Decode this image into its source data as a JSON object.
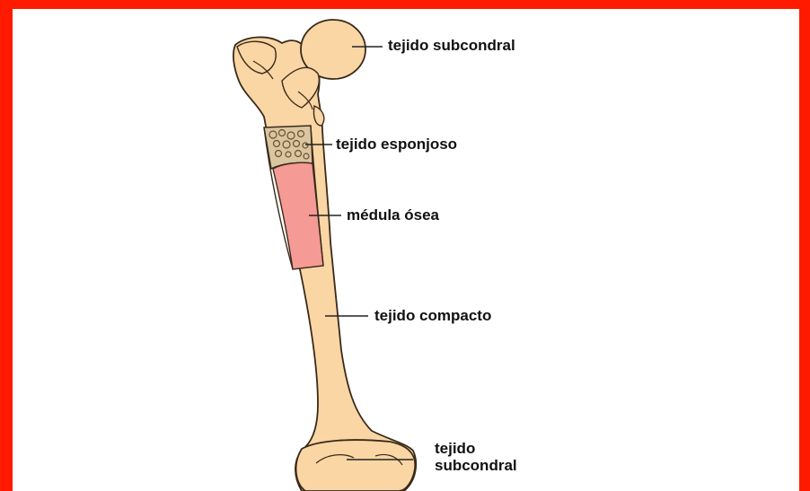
{
  "diagram": {
    "labels": {
      "subcondral_top": "tejido subcondral",
      "esponjoso": "tejido esponjoso",
      "medula": "médula ósea",
      "compacto": "tejido compacto",
      "subcondral_bottom_line1": "tejido",
      "subcondral_bottom_line2": "subcondral"
    },
    "colors": {
      "frame": "#ff1a00",
      "bone": "#f9d6a4",
      "marrow": "#f59a94",
      "outline": "#3a2a1a",
      "spongy": "#6b4e30"
    }
  }
}
